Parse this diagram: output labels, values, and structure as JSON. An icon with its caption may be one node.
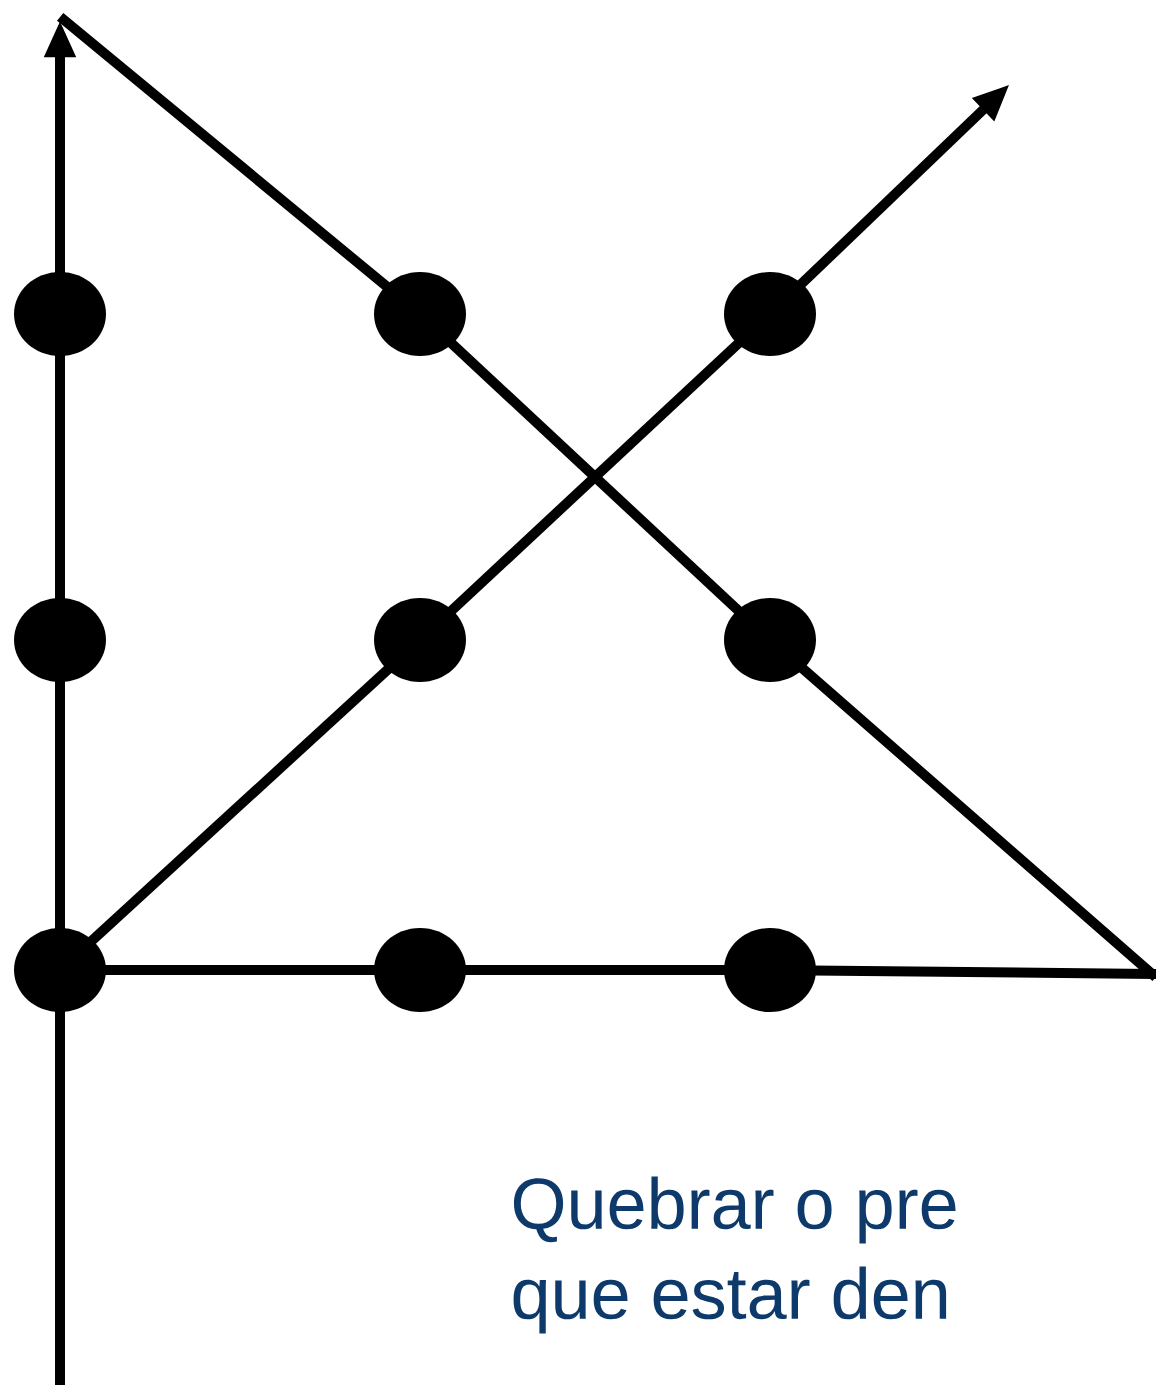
{
  "diagram": {
    "nodes": [
      {
        "text": [],
        "shape": "circle"
      },
      {
        "text": [],
        "shape": "circle"
      },
      {
        "text": [],
        "shape": "circle"
      },
      {
        "text": [],
        "shape": "circle"
      },
      {
        "text": [],
        "shape": "circle"
      },
      {
        "text": [],
        "shape": "circle"
      },
      {
        "text": [],
        "shape": "circle"
      },
      {
        "text": [],
        "shape": "circle"
      },
      {
        "text": [],
        "shape": "circle"
      }
    ],
    "edges": [
      {
        "from": null,
        "to": 6,
        "arrow": "none"
      },
      {
        "from": 6,
        "to": 3,
        "arrow": "none"
      },
      {
        "from": 3,
        "to": 0,
        "arrow": "none"
      },
      {
        "from": 0,
        "to": null,
        "arrow": "to"
      },
      {
        "from": null,
        "to": 1,
        "arrow": "none"
      },
      {
        "from": 1,
        "to": 5,
        "arrow": "none"
      },
      {
        "from": 5,
        "to": null,
        "arrow": "none"
      },
      {
        "from": null,
        "to": 8,
        "arrow": "none"
      },
      {
        "from": 8,
        "to": 7,
        "arrow": "none"
      },
      {
        "from": 7,
        "to": 6,
        "arrow": "none"
      },
      {
        "from": 6,
        "to": 4,
        "arrow": "none"
      },
      {
        "from": 4,
        "to": 2,
        "arrow": "none"
      },
      {
        "from": 2,
        "to": null,
        "arrow": "to"
      }
    ],
    "labels": [
      "Quebrar o pre",
      "que estar den"
    ]
  }
}
